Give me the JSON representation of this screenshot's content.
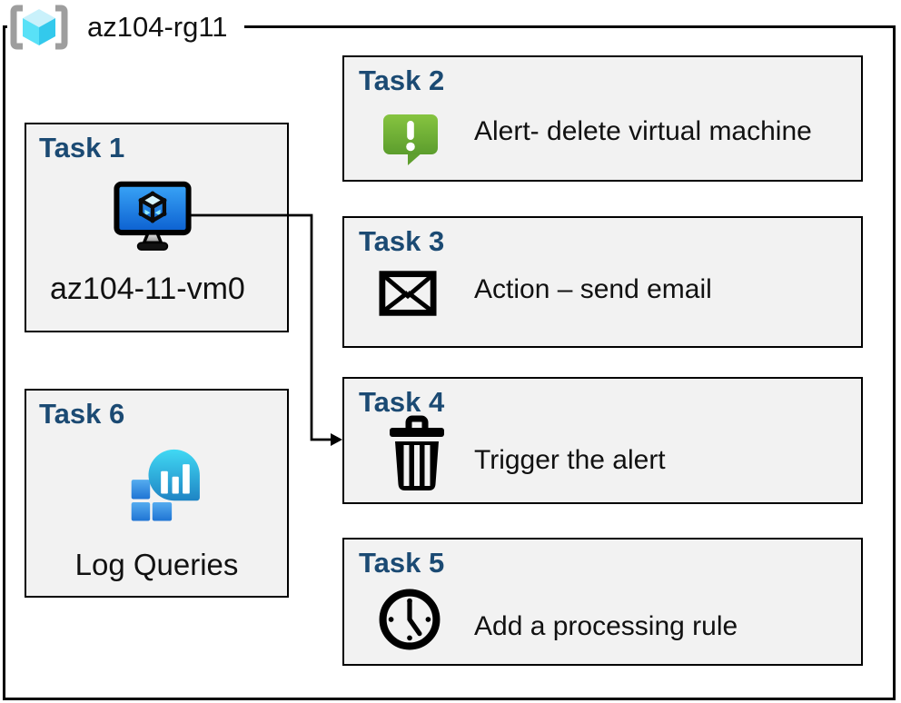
{
  "resource_group": {
    "name": "az104-rg11",
    "icon": "resource-group-icon"
  },
  "tasks": [
    {
      "title": "Task 1",
      "label": "az104-11-vm0",
      "icon": "virtual-machine-icon"
    },
    {
      "title": "Task 2",
      "label": "Alert- delete virtual machine",
      "icon": "alert-message-icon"
    },
    {
      "title": "Task 3",
      "label": "Action – send email",
      "icon": "email-envelope-icon"
    },
    {
      "title": "Task 4",
      "label": "Trigger the alert",
      "icon": "trash-icon"
    },
    {
      "title": "Task 5",
      "label": "Add a processing rule",
      "icon": "clock-icon"
    },
    {
      "title": "Task 6",
      "label": "Log Queries",
      "icon": "log-analytics-icon"
    }
  ],
  "connector": {
    "from": "Task 1 virtual machine",
    "to": "Task 4"
  },
  "colors": {
    "task_title_blue": "#1b4a73",
    "box_fill": "#f2f2f2",
    "box_border": "#000000",
    "alert_green_top": "#86c440",
    "alert_green_bottom": "#5c9d2d",
    "vm_screen_top": "#3aa5f7",
    "vm_screen_bottom": "#0b5fd0",
    "log_bubble_top": "#41d9f4",
    "log_bubble_bottom": "#1e84c4",
    "log_square_top": "#55acef",
    "log_square_bottom": "#1f74d4",
    "rg_cube_light": "#c9f1fb",
    "rg_cube_mid": "#59e1f7",
    "rg_cube_dark": "#33c9ec",
    "rg_bracket_gray": "#9e9e9e"
  }
}
